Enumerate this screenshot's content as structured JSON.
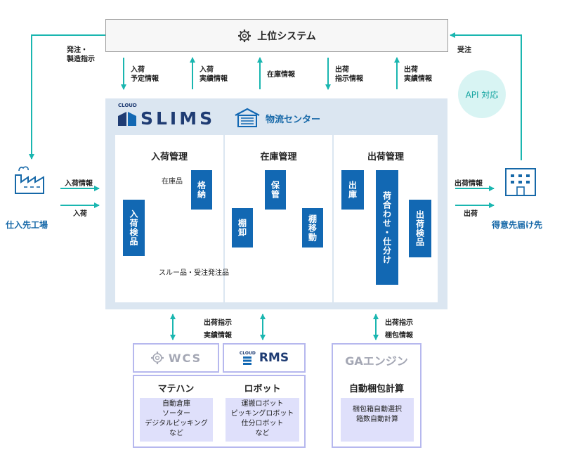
{
  "upper_system": {
    "label": "上位システム",
    "icon": "gear-icon"
  },
  "left_links": {
    "order": "発注・\n製造指示",
    "order_line1": "発注・",
    "order_line2": "製造指示"
  },
  "right_links": {
    "order": "受注",
    "api": "API 対応"
  },
  "top_flows": [
    {
      "line1": "入荷",
      "line2": "予定情報"
    },
    {
      "line1": "入荷",
      "line2": "実績情報"
    },
    {
      "line1": "在庫情報",
      "line2": ""
    },
    {
      "line1": "出荷",
      "line2": "指示情報"
    },
    {
      "line1": "出荷",
      "line2": "実績情報"
    }
  ],
  "brand": {
    "cloud": "CLOUD",
    "name": "SLIMS",
    "center": "物流センター"
  },
  "sections": {
    "inbound": "入荷管理",
    "stock": "在庫管理",
    "outbound": "出荷管理"
  },
  "boxes": {
    "inspection": "入荷検品",
    "putaway": "格納",
    "storage": "保管",
    "stocktake": "棚卸",
    "relocation": "棚移動",
    "shipping": "出庫",
    "combine": "荷合わせ・仕分け",
    "outinspect": "出荷検品"
  },
  "path_labels": {
    "stock_item": "在庫品",
    "through": "スルー品・受注発注品"
  },
  "supplier": {
    "label": "仕入先工場",
    "info": "入荷情報",
    "goods": "入荷"
  },
  "customer": {
    "label": "得意先届け先",
    "info": "出荷情報",
    "goods": "出荷"
  },
  "bottom_flows": {
    "left_line1": "出荷指示",
    "left_line2": "実績情報",
    "right_line1": "出荷指示",
    "right_line2": "梱包情報"
  },
  "wcs": {
    "label": "WCS"
  },
  "rms": {
    "cloud": "CLOUD",
    "label": "RMS"
  },
  "material": {
    "title": "マテハン",
    "items": [
      "自動倉庫",
      "ソーター",
      "デジタルピッキング",
      "など"
    ]
  },
  "robot": {
    "title": "ロボット",
    "items": [
      "運搬ロボット",
      "ピッキングロボット",
      "仕分ロボット",
      "など"
    ]
  },
  "ga": {
    "label": "GAエンジン",
    "title": "自動梱包計算",
    "items": [
      "梱包箱自動選択",
      "箱数自動計算"
    ]
  },
  "colors": {
    "teal": "#1ab6b0",
    "blue": "#1268b3",
    "navy": "#1f3c73",
    "panel": "#dbe6f1",
    "purple": "#b6b8ee",
    "lavender": "#dfe0fb"
  }
}
